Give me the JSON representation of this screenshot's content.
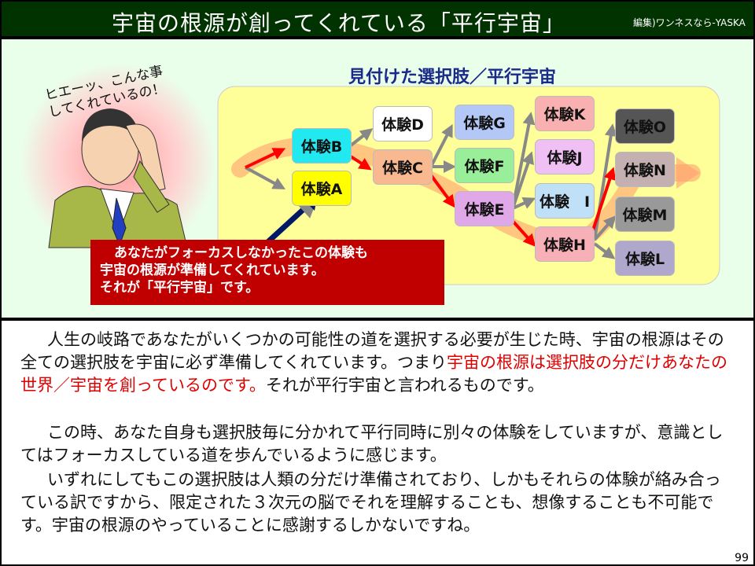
{
  "header": {
    "title": "宇宙の根源が創ってくれている「平行宇宙」",
    "credit": "編集)ワンネスなら-YASKA"
  },
  "diagram": {
    "title": "見付けた選択肢／平行宇宙",
    "boxes": {
      "A": "体験A",
      "B": "体験B",
      "C": "体験C",
      "D": "体験D",
      "E": "体験E",
      "F": "体験F",
      "G": "体験G",
      "H": "体験H",
      "I": "体験　I",
      "J": "体験J",
      "K": "体験K",
      "L": "体験L",
      "M": "体験M",
      "N": "体験N",
      "O": "体験O"
    }
  },
  "speech": [
    "ヒエーッ、こんな事",
    "してくれているの！"
  ],
  "callout": [
    "あなたがフォーカスしなかったこの体験も",
    "宇宙の根源が準備してくれています。",
    "それが「平行宇宙」です。"
  ],
  "body": {
    "p1a": "人生の岐路であなたがいくつかの可能性の道を選択する必要が生じた時、宇宙の根源はその全ての選択肢を宇宙に必ず準備してくれています。つまり",
    "p1b": "宇宙の根源は選択肢の分だけあなたの世界／宇宙を創っているのです。",
    "p1c": "それが平行宇宙と言われるものです。",
    "p2": "この時、あなた自身も選択肢毎に分かれて平行同時に別々の体験をしていますが、意識としてはフォーカスしている道を歩んでいるように感じます。",
    "p3": "いずれにしてもこの選択肢は人類の分だけ準備されており、しかもそれらの体験が絡み合っている訳ですから、限定された３次元の脳でそれを理解することも、想像することも不可能です。宇宙の根源のやっていることに感謝するしかないですね。"
  },
  "page_number": "99"
}
